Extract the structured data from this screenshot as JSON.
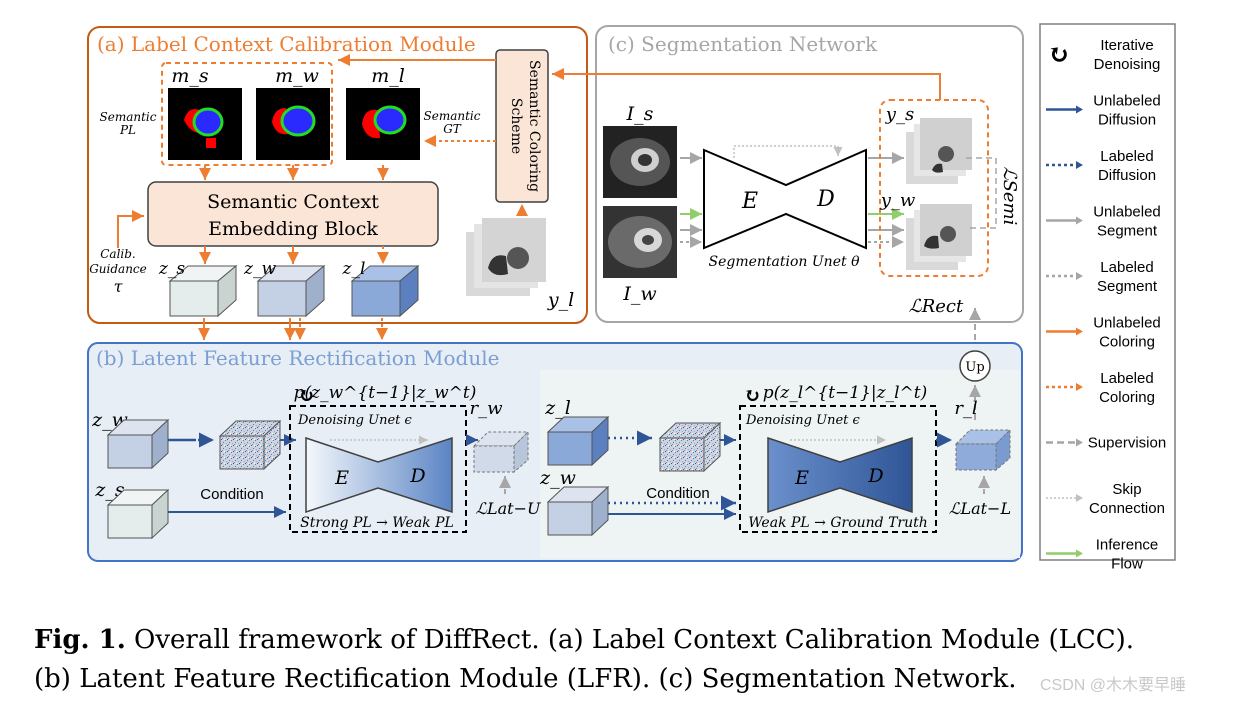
{
  "panels": {
    "lcc_title": "(a) Label Context Calibration Module",
    "seg_title": "(c) Segmentation Network",
    "lfr_title": "(b) Latent Feature Rectification Module"
  },
  "lcc": {
    "mask_labels": [
      "m_s",
      "m_w",
      "m_l"
    ],
    "semantic_pl": [
      "Semantic",
      "PL"
    ],
    "semantic_gt": [
      "Semantic",
      "GT"
    ],
    "coloring_scheme": [
      "Semantic Coloring",
      "Scheme"
    ],
    "embedding_block": [
      "Semantic Context",
      "Embedding Block"
    ],
    "calib_guidance": [
      "Calib.",
      "Guidance",
      "τ"
    ],
    "latent_labels": [
      "z_s",
      "z_w",
      "z_l"
    ],
    "y_label": "y_l"
  },
  "seg": {
    "input_labels": [
      "I_s",
      "I_w"
    ],
    "encoder": "E",
    "decoder": "D",
    "unet_caption": "Segmentation Unet θ",
    "output_labels": [
      "y_s",
      "y_w"
    ],
    "l_semi": "ℒSemi",
    "l_rect": "ℒRect"
  },
  "lfr": {
    "left": {
      "z_top": "z_w",
      "z_bottom": "z_s",
      "prob": "p(z_w^{t−1}|z_w^t)",
      "unet_caption": "Denoising Unet ϵ",
      "condition": "Condition",
      "bottom_caption": "Strong PL → Weak PL",
      "r": "r_w",
      "loss": "ℒLat−U",
      "encoder": "E",
      "decoder": "D"
    },
    "right": {
      "z_top": "z_l",
      "z_bottom": "z_w",
      "prob": "p(z_l^{t−1}|z_l^t)",
      "unet_caption": "Denoising Unet ϵ",
      "condition": "Condition",
      "bottom_caption": "Weak PL → Ground Truth",
      "r": "r_l",
      "loss": "ℒLat−L",
      "encoder": "E",
      "decoder": "D"
    },
    "up": "Up"
  },
  "legend": [
    {
      "label": [
        "Iterative",
        "Denoising"
      ],
      "kind": "cycle"
    },
    {
      "label": [
        "Unlabeled",
        "Diffusion"
      ],
      "kind": "arrow",
      "color": "#2f5597",
      "dash": false
    },
    {
      "label": [
        "Labeled",
        "Diffusion"
      ],
      "kind": "arrow",
      "color": "#2f5597",
      "dash": true
    },
    {
      "label": [
        "Unlabeled",
        "Segment"
      ],
      "kind": "arrow",
      "color": "#a6a6a6",
      "dash": false
    },
    {
      "label": [
        "Labeled",
        "Segment"
      ],
      "kind": "arrow",
      "color": "#a6a6a6",
      "dash": true
    },
    {
      "label": [
        "Unlabeled",
        "Coloring"
      ],
      "kind": "arrow",
      "color": "#ed7d31",
      "dash": false
    },
    {
      "label": [
        "Labeled",
        "Coloring"
      ],
      "kind": "arrow",
      "color": "#ed7d31",
      "dash": true
    },
    {
      "label": [
        "Supervision"
      ],
      "kind": "arrow",
      "color": "#a6a6a6",
      "dash": "long"
    },
    {
      "label": [
        "Skip",
        "Connection"
      ],
      "kind": "arrow",
      "color": "#bfbfbf",
      "dash": "dot"
    },
    {
      "label": [
        "Inference",
        "Flow"
      ],
      "kind": "arrow",
      "color": "#8fce6b",
      "dash": false
    }
  ],
  "caption": {
    "line1_bold": "Fig. 1.",
    "line1": " Overall framework of DiffRect. (a) Label Context Calibration Module (LCC).",
    "line2": "(b) Latent Feature Rectification Module (LFR). (c) Segmentation Network."
  },
  "watermark": "CSDN @木木要早睡",
  "colors": {
    "orange": "#ed7d31",
    "blue": "#2f5597",
    "gray": "#a6a6a6",
    "green": "#8fce6b"
  }
}
